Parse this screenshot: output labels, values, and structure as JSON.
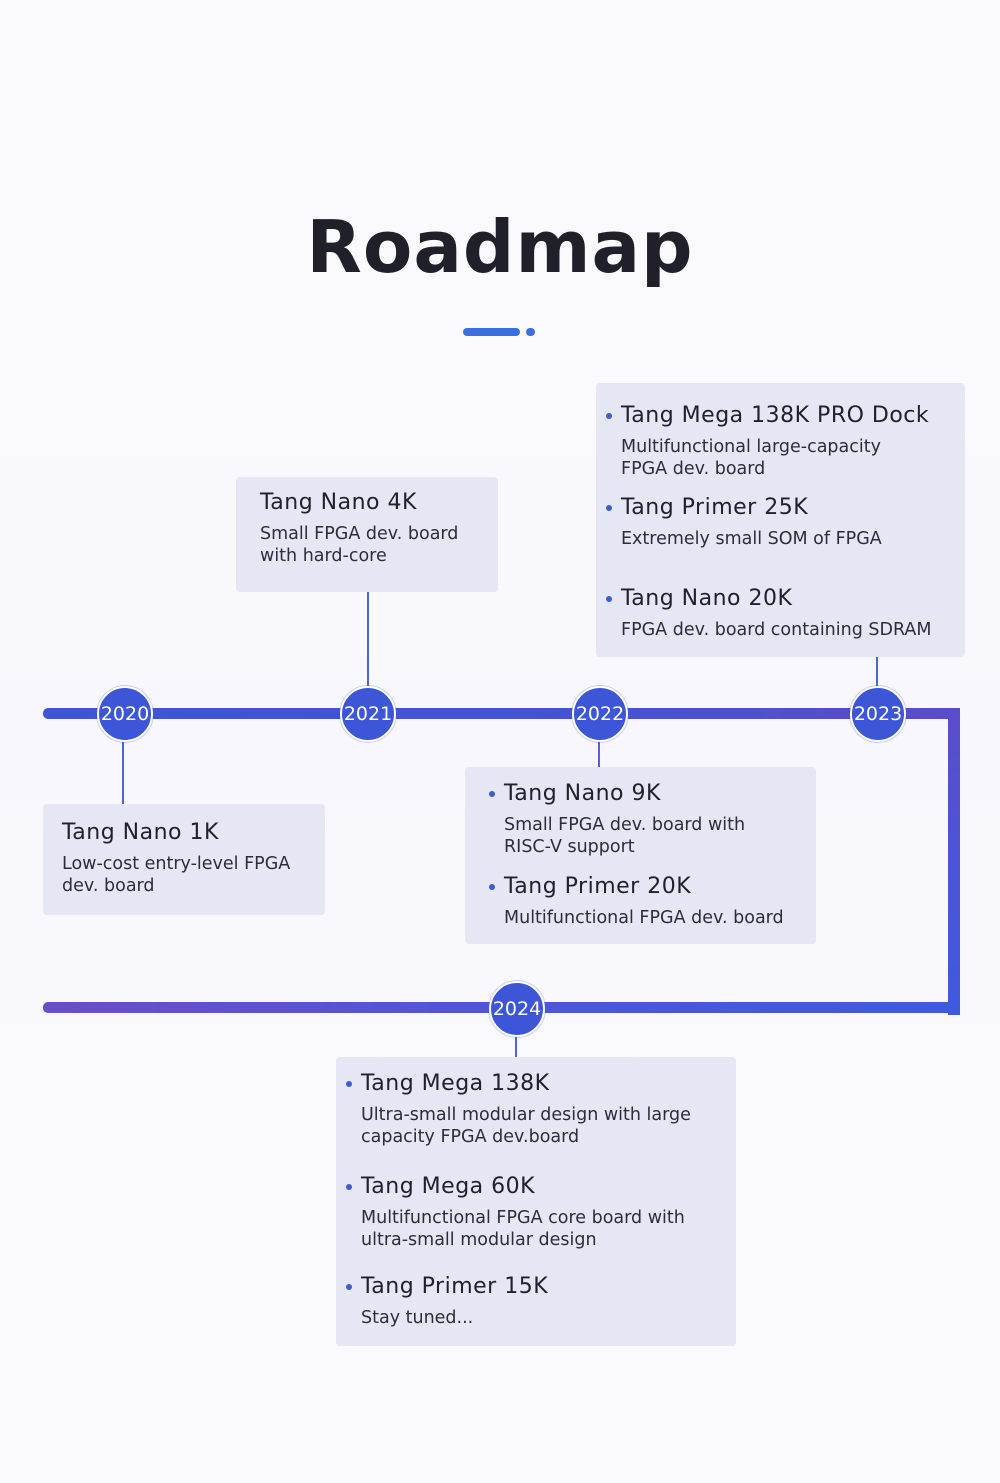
{
  "title": "Roadmap",
  "years": [
    "2020",
    "2021",
    "2022",
    "2023",
    "2024"
  ],
  "cards": {
    "y2020": [
      {
        "title": "Tang Nano 1K",
        "desc": [
          "Low-cost entry-level FPGA",
          "dev. board"
        ]
      }
    ],
    "y2021": [
      {
        "title": "Tang Nano 4K",
        "desc": [
          "Small FPGA dev. board",
          "with hard-core"
        ]
      }
    ],
    "y2022": [
      {
        "title": "Tang Nano 9K",
        "desc": [
          "Small FPGA dev. board with",
          "RISC-V support"
        ]
      },
      {
        "title": "Tang Primer 20K",
        "desc": [
          "Multifunctional FPGA dev. board"
        ]
      }
    ],
    "y2023": [
      {
        "title": "Tang Mega 138K PRO Dock",
        "desc": [
          "Multifunctional large-capacity",
          "FPGA dev. board"
        ]
      },
      {
        "title": "Tang Primer 25K",
        "desc": [
          "Extremely small SOM of FPGA"
        ]
      },
      {
        "title": "Tang Nano 20K",
        "desc": [
          "FPGA dev. board containing SDRAM"
        ]
      }
    ],
    "y2024": [
      {
        "title": "Tang Mega 138K",
        "desc": [
          "Ultra-small modular design with large",
          "capacity FPGA dev.board"
        ]
      },
      {
        "title": "Tang Mega 60K",
        "desc": [
          "Multifunctional FPGA core board with",
          "ultra-small modular design"
        ]
      },
      {
        "title": "Tang Primer 15K",
        "desc": [
          "Stay tuned..."
        ]
      }
    ]
  },
  "colors": {
    "accent": "#3d56d8",
    "card": "#e6e7f5"
  }
}
